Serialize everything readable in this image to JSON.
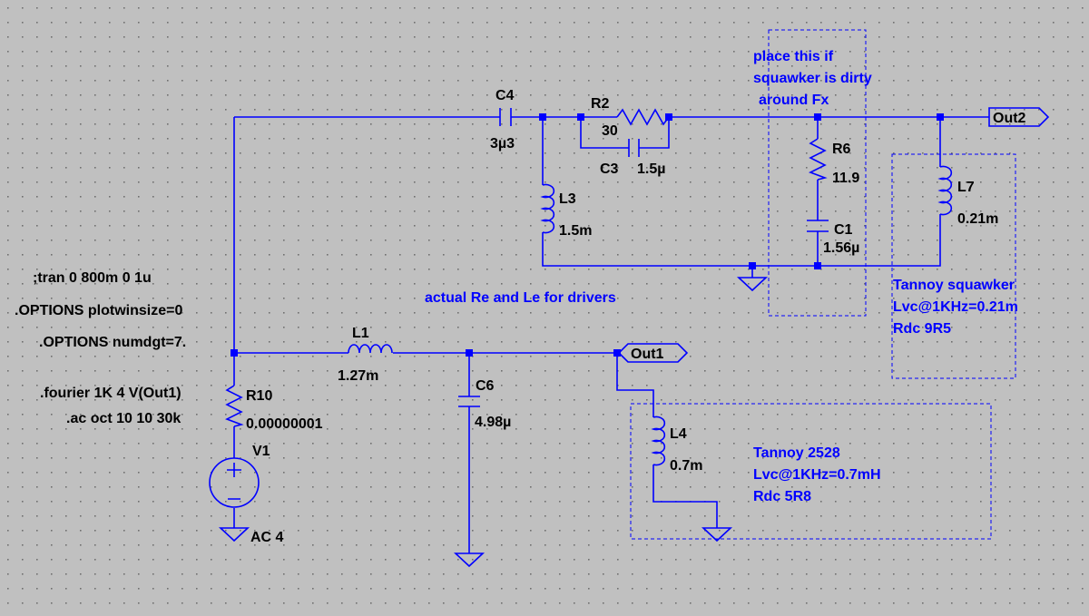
{
  "colors": {
    "background": "#c0c0c0",
    "grid": "#6f6f6f",
    "wire": "#0000ff",
    "label": "#000000",
    "comment": "#0000ff"
  },
  "components": {
    "c4": {
      "name": "C4",
      "value": "3µ3"
    },
    "r2": {
      "name": "R2",
      "value": "30"
    },
    "c3": {
      "name": "C3",
      "value": "1.5µ"
    },
    "l3": {
      "name": "L3",
      "value": "1.5m"
    },
    "r6": {
      "name": "R6",
      "value": "11.9"
    },
    "c1": {
      "name": "C1",
      "value": "1.56µ"
    },
    "l7": {
      "name": "L7",
      "value": "0.21m"
    },
    "l1": {
      "name": "L1",
      "value": "1.27m"
    },
    "c6": {
      "name": "C6",
      "value": "4.98µ"
    },
    "l4": {
      "name": "L4",
      "value": "0.7m"
    },
    "r10": {
      "name": "R10",
      "value": "0.00000001"
    },
    "v1": {
      "name": "V1",
      "value": "AC 4"
    }
  },
  "ports": {
    "out1": "Out1",
    "out2": "Out2"
  },
  "directives": {
    "tran": ";tran 0 800m 0 1u",
    "plotwin": ".OPTIONS plotwinsize=0",
    "numdgt": ".OPTIONS numdgt=7.",
    "fourier": ".fourier 1K 4 V(Out1)",
    "ac": ".ac oct 10 10 30k"
  },
  "comments": {
    "place_line1": "place this if",
    "place_line2": "squawker is dirty",
    "place_line3": "around Fx",
    "actual": "actual Re and Le for drivers",
    "squawker_line1": "Tannoy squawker",
    "squawker_line2": "Lvc@1KHz=0.21m",
    "squawker_line3": "Rdc 9R5",
    "t2528_line1": "Tannoy 2528",
    "t2528_line2": "Lvc@1KHz=0.7mH",
    "t2528_line3": "Rdc 5R8"
  }
}
